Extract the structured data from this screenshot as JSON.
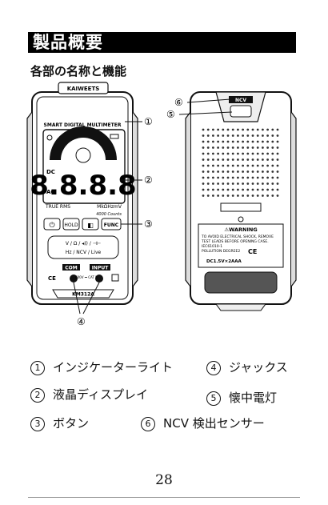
{
  "page": {
    "title": "製品概要",
    "subtitle": "各部の名称と機能",
    "page_number": "28"
  },
  "device_front": {
    "brand": "KAIWEETS",
    "product_line": "SMART DIGITAL MULTIMETER",
    "display_digits": "8.8.8.8",
    "display_dc": "DC",
    "display_ac": "AC",
    "true_rms": "TRUE RMS",
    "units": "MkΩHzmV",
    "counts": "4000 Counts",
    "buttons": [
      "⏻",
      "HOLD",
      "◧",
      "FUNC"
    ],
    "mode_row1": "V / Ω / ◂)) / ⊣⊢",
    "mode_row2": "Hz / NCV / Live",
    "com_label": "COM",
    "input_label": "INPUT",
    "rating": "600V ⎓\nCAT Ⅲ",
    "model": "KM312A"
  },
  "device_back": {
    "ncv_tag": "NCV",
    "warning_title": "⚠WARNING",
    "warning_lines": [
      "TO AVOID ELECTRICAL SHOCK, REMOVE",
      "TEST LEADS BEFORE OPENING CASE.",
      "IEC61010-1",
      "POLLUTION DEGREE2"
    ],
    "battery": "DC1.5V×2AAA"
  },
  "callouts": [
    "①",
    "②",
    "③",
    "④",
    "⑤",
    "⑥"
  ],
  "legend": [
    {
      "num": "1",
      "label": "インジケーターライト"
    },
    {
      "num": "4",
      "label": "ジャックス"
    },
    {
      "num": "2",
      "label": "液晶ディスプレイ"
    },
    {
      "num": "5",
      "label": "懐中電灯"
    },
    {
      "num": "3",
      "label": "ボタン"
    },
    {
      "num": "6",
      "label": "NCV 検出センサー"
    }
  ]
}
